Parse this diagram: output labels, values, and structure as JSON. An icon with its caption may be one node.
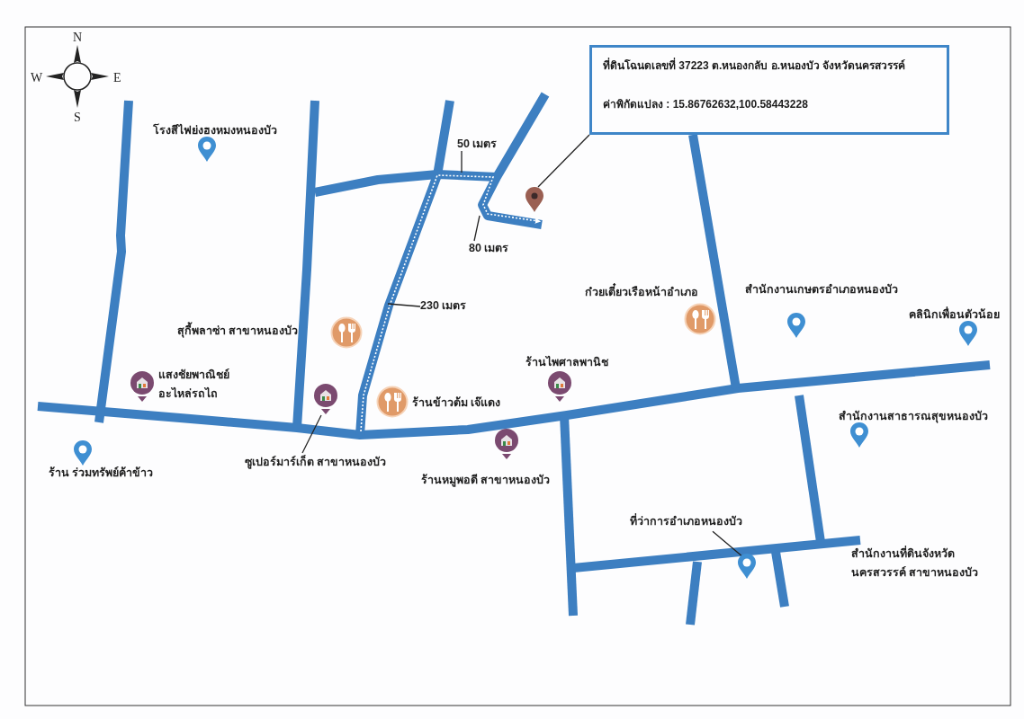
{
  "diagram": {
    "nodes": [
      {
        "text": [
          "ที่ดินโฉนดเลขที่ 37223 ต.หนองกลับ อ.หนองบัว จังหวัดนครสวรรค์",
          "ค่าพิกัดแปลง : 15.86762632,100.58443228"
        ]
      },
      {
        "text": [],
        "shape": "pin"
      },
      {
        "text": [
          "50 เมตร"
        ]
      },
      {
        "text": [
          "80 เมตร"
        ]
      },
      {
        "text": [
          "230 เมตร"
        ]
      },
      {
        "text": [
          "ซูเปอร์มาร์เก็ต สาขาหนองบัว"
        ]
      },
      {
        "text": [],
        "shape": "pin"
      },
      {
        "text": [
          "ที่ว่าการอำเภอหนองบัว"
        ]
      },
      {
        "text": [],
        "shape": "pin"
      }
    ],
    "edges": [
      {
        "from": 0,
        "to": 1,
        "arrow": "none"
      },
      {
        "from": 2,
        "to": null,
        "arrow": "none"
      },
      {
        "from": 3,
        "to": null,
        "arrow": "none"
      },
      {
        "from": 4,
        "to": null,
        "arrow": "none"
      },
      {
        "from": 5,
        "to": 6,
        "arrow": "none"
      },
      {
        "from": 7,
        "to": 8,
        "arrow": "none"
      }
    ],
    "labels": [
      "N",
      "W",
      "E",
      "S",
      "โรงสีไฟย่งฮงหมงหนองบัว",
      "ก๋วยเตี๋ยวเรือหน้าอำเภอ",
      "สำนักงานเกษตรอำเภอหนองบัว",
      "สุกี้พลาซ่า สาขาหนองบัว",
      "คลินิกเพื่อนตัวน้อย",
      "แสงชัยพาณิชย์ อะไหล่รถไถ",
      "ร้านไพศาลพานิช",
      "ร้านข้าวต้ม เจ๊แดง",
      "ร้านหมูพอดี สาขาหนองบัว",
      "ร้าน ร่วมทรัพย์ค้าข้าว",
      "สำนักงานสาธารณสุขหนองบัว",
      "สำนักงานที่ดินจังหวัด นครสวรรค์ สาขาหนองบัว"
    ]
  }
}
